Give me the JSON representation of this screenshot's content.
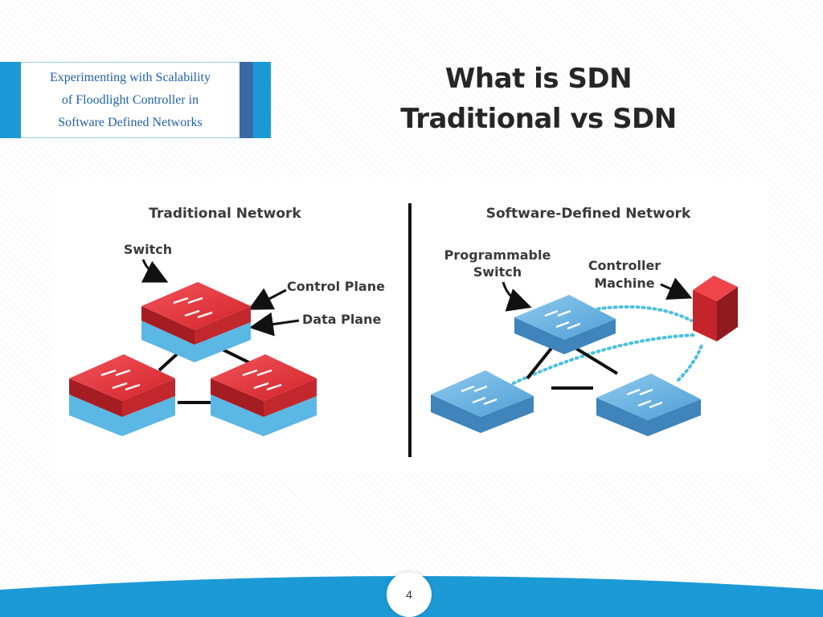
{
  "header": {
    "badge_lines": [
      "Experimenting with Scalability",
      "of Floodlight Controller in",
      "Software Defined Networks"
    ],
    "title_line1": "What is SDN",
    "title_line2": "Traditional vs SDN"
  },
  "diagram": {
    "traditional": {
      "heading": "Traditional Network",
      "switch_label": "Switch",
      "control_plane_label": "Control Plane",
      "data_plane_label": "Data Plane"
    },
    "sdn": {
      "heading": "Software-Defined Network",
      "programmable_switch_line1": "Programmable",
      "programmable_switch_line2": "Switch",
      "controller_line1": "Controller",
      "controller_line2": "Machine"
    },
    "colors": {
      "red_top": "#e8343b",
      "red_dark": "#a51d22",
      "data_blue": "#5bb7e3",
      "sdn_blue": "#63acdc",
      "sdn_dark": "#3f84bb",
      "dotted": "#4cc0dc"
    }
  },
  "footer": {
    "page_number": "4",
    "accent": "#1c9ad6"
  }
}
